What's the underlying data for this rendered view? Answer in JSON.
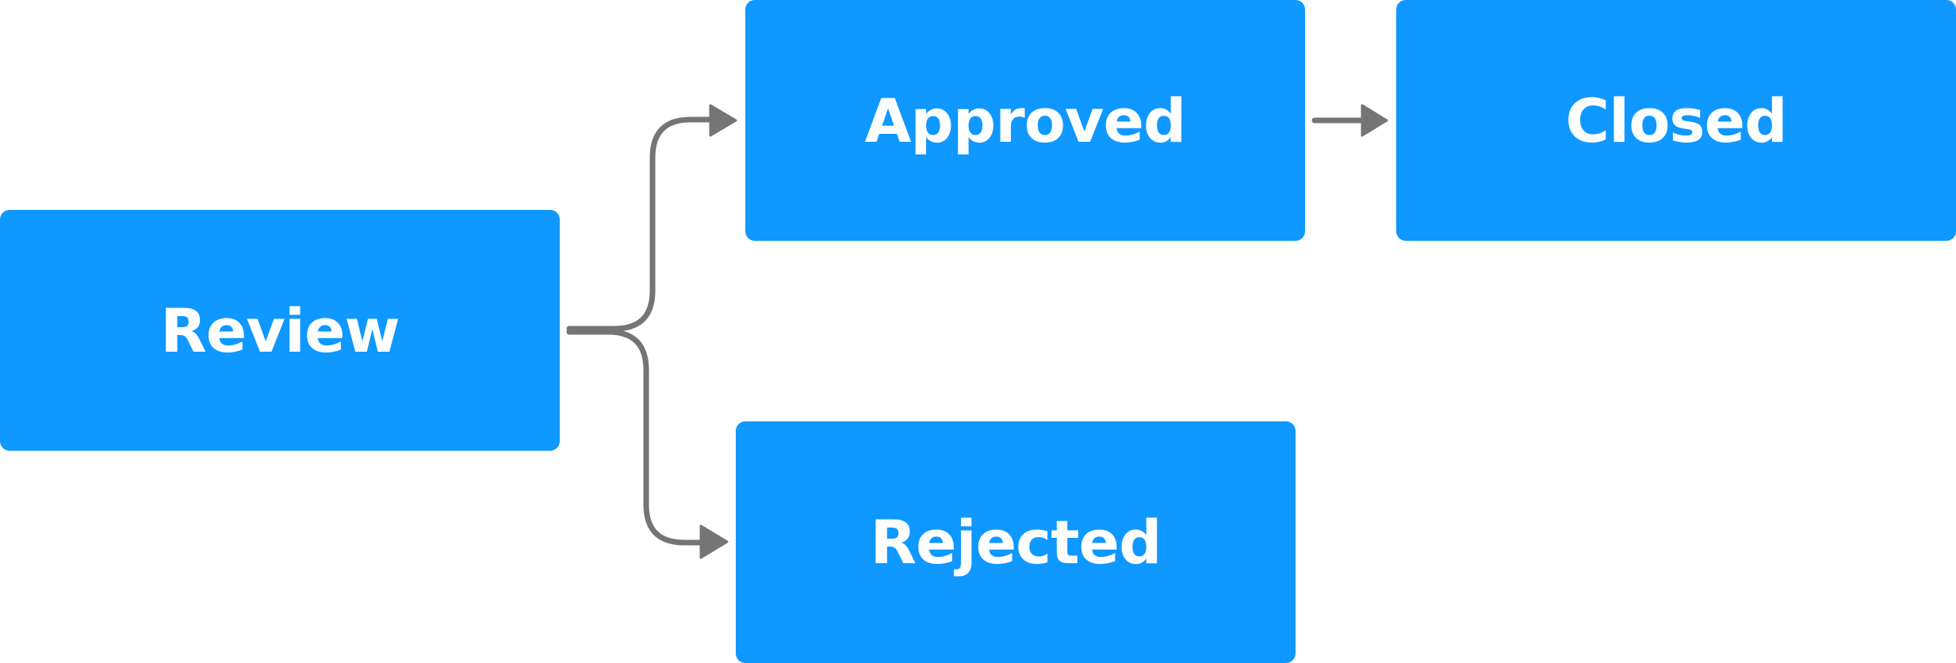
{
  "diagram": {
    "nodes": {
      "review": {
        "label": "Review"
      },
      "approved": {
        "label": "Approved"
      },
      "rejected": {
        "label": "Rejected"
      },
      "closed": {
        "label": "Closed"
      }
    },
    "edges": [
      {
        "from": "review",
        "to": "approved"
      },
      {
        "from": "review",
        "to": "rejected"
      },
      {
        "from": "approved",
        "to": "closed"
      }
    ],
    "colors": {
      "node_fill": "#0f98ff",
      "node_text": "#ffffff",
      "connector": "#757575"
    }
  }
}
